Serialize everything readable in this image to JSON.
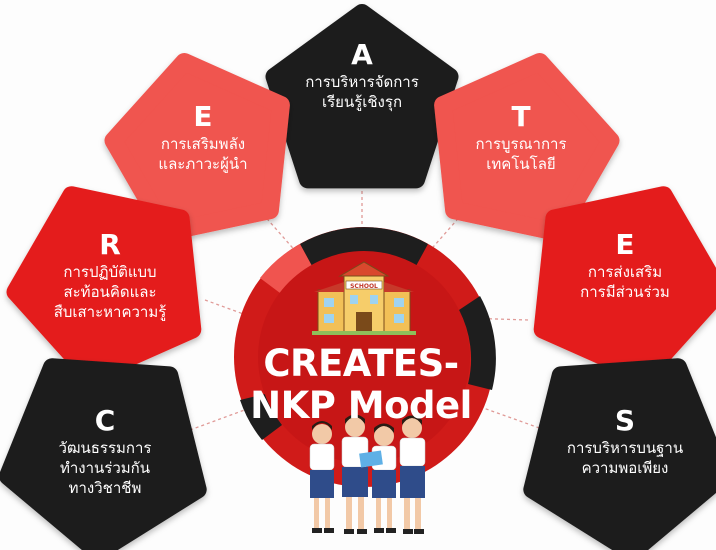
{
  "colors": {
    "dark": "#1e1e1e",
    "salmon": "#f0544f",
    "red": "#e41f1c",
    "center_red": "#cc1717",
    "connector": "#e09a97"
  },
  "center": {
    "title_line1": "CREATES-",
    "title_line2": "NKP Model",
    "school_icon": "school-building-icon",
    "students_icon": "students-group-icon",
    "school_sign": "SCHOOL"
  },
  "nodes": [
    {
      "id": "a",
      "letter": "A",
      "line1": "การบริหารจัดการ",
      "line2": "เรียนรู้เชิงรุก",
      "line3": "",
      "color": "dark"
    },
    {
      "id": "e1",
      "letter": "E",
      "line1": "การเสริมพลัง",
      "line2": "และภาวะผู้นำ",
      "line3": "",
      "color": "salmon"
    },
    {
      "id": "t",
      "letter": "T",
      "line1": "การบูรณาการ",
      "line2": "เทคโนโลยี",
      "line3": "",
      "color": "salmon"
    },
    {
      "id": "r",
      "letter": "R",
      "line1": "การปฏิบัติแบบ",
      "line2": "สะท้อนคิดและ",
      "line3": "สืบเสาะหาความรู้",
      "color": "red"
    },
    {
      "id": "e2",
      "letter": "E",
      "line1": "การส่งเสริม",
      "line2": "การมีส่วนร่วม",
      "line3": "",
      "color": "red"
    },
    {
      "id": "c",
      "letter": "C",
      "line1": "วัฒนธรรมการ",
      "line2": "ทำงานร่วมกัน",
      "line3": "ทางวิชาชีพ",
      "color": "dark"
    },
    {
      "id": "s",
      "letter": "S",
      "line1": "การบริหารบนฐาน",
      "line2": "ความพอเพียง",
      "line3": "",
      "color": "dark"
    }
  ]
}
